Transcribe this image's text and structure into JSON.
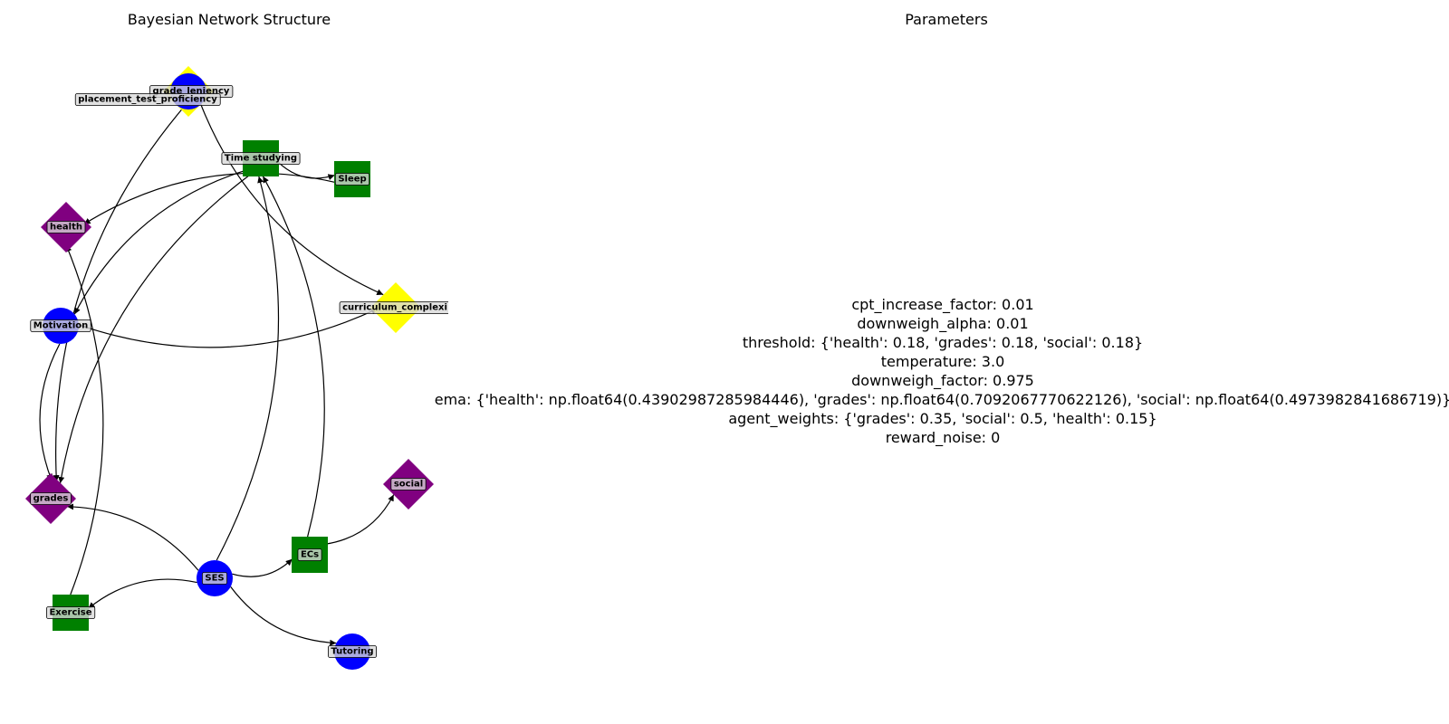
{
  "graph": {
    "title": "Bayesian Network Structure",
    "colors": {
      "blue": "#0000ff",
      "yellow": "#ffff00",
      "green": "#008000",
      "purple": "#800080",
      "edge": "#000000",
      "label_box": "#d8d8d8"
    },
    "nodes": [
      {
        "id": "grade_leniency",
        "label": "grade_leniency",
        "shape": "circle",
        "color": "blue"
      },
      {
        "id": "placement_test_proficiency",
        "label": "placement_test_proficiency",
        "shape": "diamond",
        "color": "yellow"
      },
      {
        "id": "time_studying",
        "label": "Time studying",
        "shape": "square",
        "color": "green"
      },
      {
        "id": "sleep",
        "label": "Sleep",
        "shape": "square",
        "color": "green"
      },
      {
        "id": "health",
        "label": "health",
        "shape": "diamond",
        "color": "purple"
      },
      {
        "id": "motivation",
        "label": "Motivation",
        "shape": "circle",
        "color": "blue"
      },
      {
        "id": "curriculum_complexity",
        "label": "curriculum_complexi",
        "shape": "diamond",
        "color": "yellow"
      },
      {
        "id": "social",
        "label": "social",
        "shape": "diamond",
        "color": "purple"
      },
      {
        "id": "grades",
        "label": "grades",
        "shape": "diamond",
        "color": "purple"
      },
      {
        "id": "ecs",
        "label": "ECs",
        "shape": "square",
        "color": "green"
      },
      {
        "id": "ses",
        "label": "SES",
        "shape": "circle",
        "color": "blue"
      },
      {
        "id": "exercise",
        "label": "Exercise",
        "shape": "square",
        "color": "green"
      },
      {
        "id": "tutoring",
        "label": "Tutoring",
        "shape": "circle",
        "color": "blue"
      }
    ],
    "edges": [
      {
        "from": "time_studying",
        "to": "sleep"
      },
      {
        "from": "sleep",
        "to": "health"
      },
      {
        "from": "time_studying",
        "to": "motivation"
      },
      {
        "from": "grade_leniency",
        "to": "grades"
      },
      {
        "from": "placement_test_proficiency",
        "to": "curriculum_complexity"
      },
      {
        "from": "motivation",
        "to": "curriculum_complexity"
      },
      {
        "from": "time_studying",
        "to": "grades"
      },
      {
        "from": "ses",
        "to": "time_studying"
      },
      {
        "from": "ecs",
        "to": "time_studying"
      },
      {
        "from": "exercise",
        "to": "health"
      },
      {
        "from": "ses",
        "to": "grades"
      },
      {
        "from": "ses",
        "to": "ecs"
      },
      {
        "from": "ses",
        "to": "exercise"
      },
      {
        "from": "ses",
        "to": "tutoring"
      },
      {
        "from": "ecs",
        "to": "social"
      },
      {
        "from": "motivation",
        "to": "grades"
      }
    ]
  },
  "parameters": {
    "title": "Parameters",
    "lines": [
      "cpt_increase_factor: 0.01",
      "downweigh_alpha: 0.01",
      "threshold: {'health': 0.18, 'grades': 0.18, 'social': 0.18}",
      "temperature: 3.0",
      "downweigh_factor: 0.975",
      "ema: {'health': np.float64(0.43902987285984446), 'grades': np.float64(0.7092067770622126), 'social': np.float64(0.4973982841686719)}",
      "agent_weights: {'grades': 0.35, 'social': 0.5, 'health': 0.15}",
      "reward_noise: 0"
    ]
  }
}
